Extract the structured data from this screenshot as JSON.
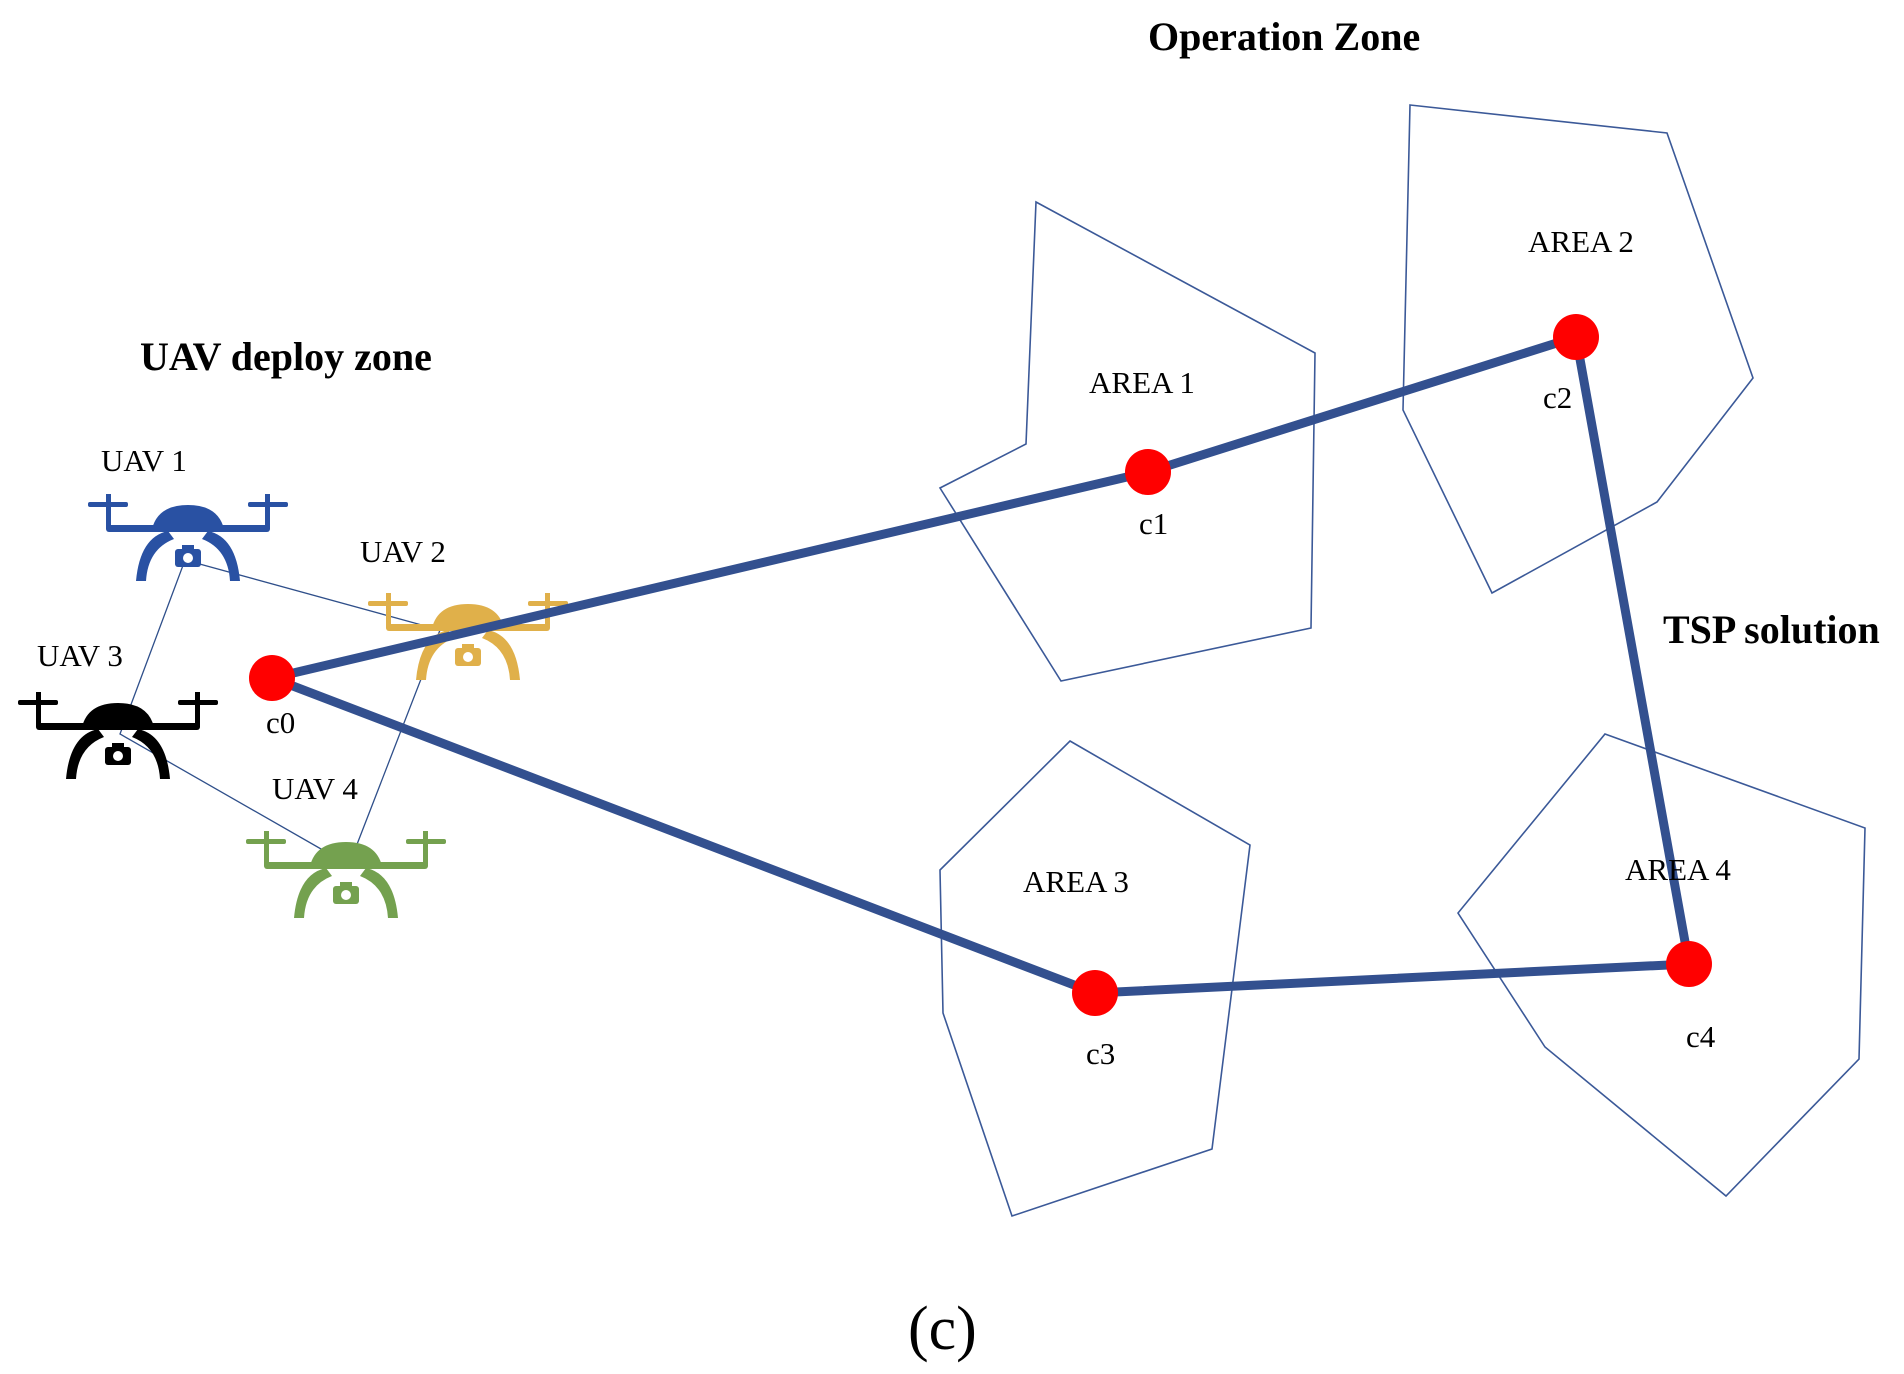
{
  "headings": {
    "operation_zone": "Operation Zone",
    "deploy_zone": "UAV deploy zone",
    "tsp": "TSP solution"
  },
  "caption": "(c)",
  "areas": [
    {
      "id": "area1",
      "label": "AREA 1"
    },
    {
      "id": "area2",
      "label": "AREA 2"
    },
    {
      "id": "area3",
      "label": "AREA 3"
    },
    {
      "id": "area4",
      "label": "AREA 4"
    }
  ],
  "nodes": [
    {
      "id": "c0",
      "label": "c0"
    },
    {
      "id": "c1",
      "label": "c1"
    },
    {
      "id": "c2",
      "label": "c2"
    },
    {
      "id": "c3",
      "label": "c3"
    },
    {
      "id": "c4",
      "label": "c4"
    }
  ],
  "route_order": [
    "c0",
    "c1",
    "c2",
    "c4",
    "c3",
    "c0"
  ],
  "uavs": [
    {
      "id": "uav1",
      "label": "UAV 1",
      "color": "#2951a3",
      "icon": "drone-icon"
    },
    {
      "id": "uav2",
      "label": "UAV 2",
      "color": "#e0b04a",
      "icon": "drone-icon"
    },
    {
      "id": "uav3",
      "label": "UAV 3",
      "color": "#000000",
      "icon": "drone-icon"
    },
    {
      "id": "uav4",
      "label": "UAV 4",
      "color": "#74a14f",
      "icon": "drone-icon"
    }
  ],
  "colors": {
    "route": "#33508f",
    "node": "#ff0000",
    "area_outline": "#3b5998"
  }
}
